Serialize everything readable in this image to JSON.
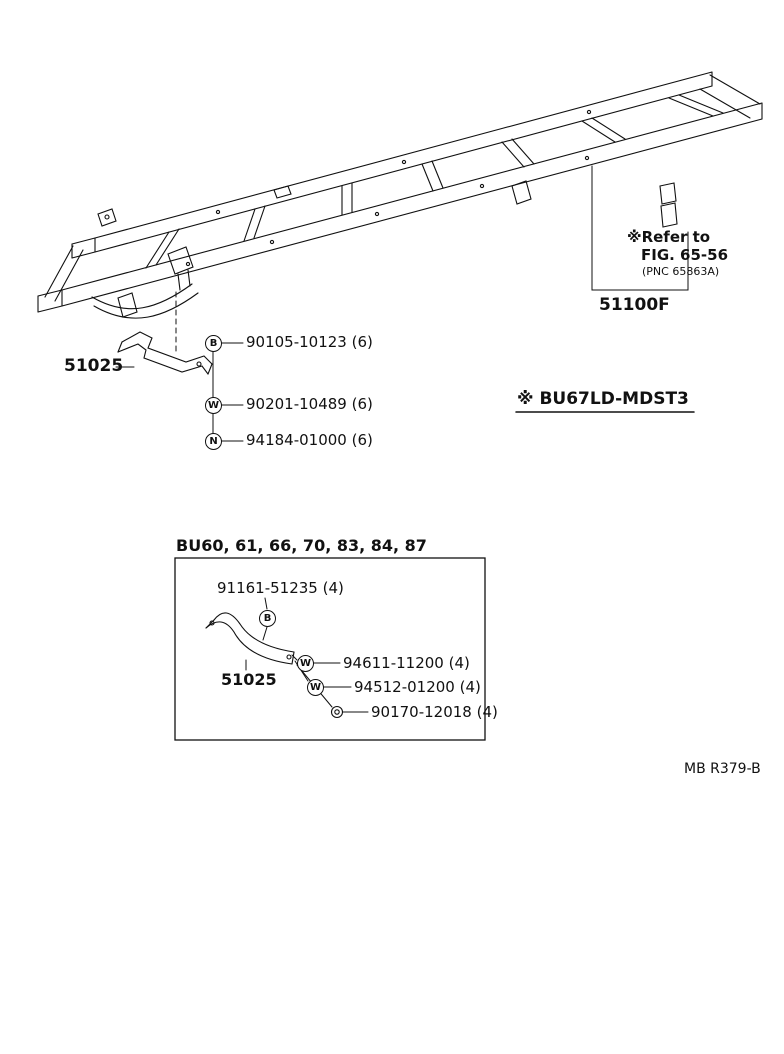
{
  "diagram": {
    "refer_note": {
      "line1": "※Refer to",
      "line2": "FIG. 65-56",
      "line3": "(PNC 65863A)"
    },
    "frame_part_label": "51100F",
    "bracket_label": "51025",
    "model_note": "※ BU67LD-MDST3",
    "callouts": [
      {
        "symbol": "B",
        "text": "90105-10123 (6)"
      },
      {
        "symbol": "W",
        "text": "90201-10489 (6)"
      },
      {
        "symbol": "N",
        "text": "94184-01000 (6)"
      }
    ]
  },
  "inset": {
    "title": "BU60, 61, 66, 70, 83, 84, 87",
    "top_callout": {
      "symbol": "B",
      "text": "91161-51235 (4)"
    },
    "bracket_label": "51025",
    "callouts": [
      {
        "symbol": "W",
        "text": "94611-11200 (4)"
      },
      {
        "symbol": "W",
        "text": "94512-01200 (4)"
      },
      {
        "symbol": "nut",
        "text": "90170-12018 (4)"
      }
    ]
  },
  "footer": {
    "code": "MB R379-B"
  }
}
